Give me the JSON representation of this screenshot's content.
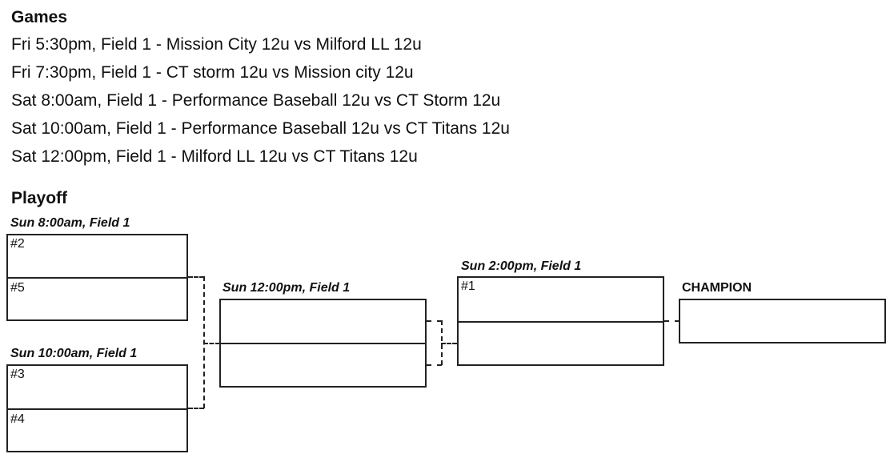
{
  "games": {
    "heading": "Games",
    "lines": [
      "Fri 5:30pm, Field 1 - Mission City 12u vs Milford LL 12u",
      "Fri 7:30pm, Field 1 - CT storm 12u vs Mission city 12u",
      "Sat 8:00am, Field 1 - Performance Baseball 12u vs CT Storm 12u",
      "Sat 10:00am, Field 1 - Performance Baseball 12u vs CT Titans 12u",
      "Sat 12:00pm, Field 1 - Milford LL 12u vs CT Titans 12u"
    ]
  },
  "playoff": {
    "heading": "Playoff",
    "game1": {
      "caption": "Sun 8:00am, Field 1",
      "top_seed": "#2",
      "bottom_seed": "#5"
    },
    "game2": {
      "caption": "Sun 10:00am, Field 1",
      "top_seed": "#3",
      "bottom_seed": "#4"
    },
    "semifinal": {
      "caption": "Sun 12:00pm, Field 1",
      "top_seed": "",
      "bottom_seed": ""
    },
    "final": {
      "caption": "Sun 2:00pm, Field 1",
      "top_seed": "#1",
      "bottom_seed": ""
    },
    "champion": {
      "caption": "CHAMPION"
    }
  }
}
